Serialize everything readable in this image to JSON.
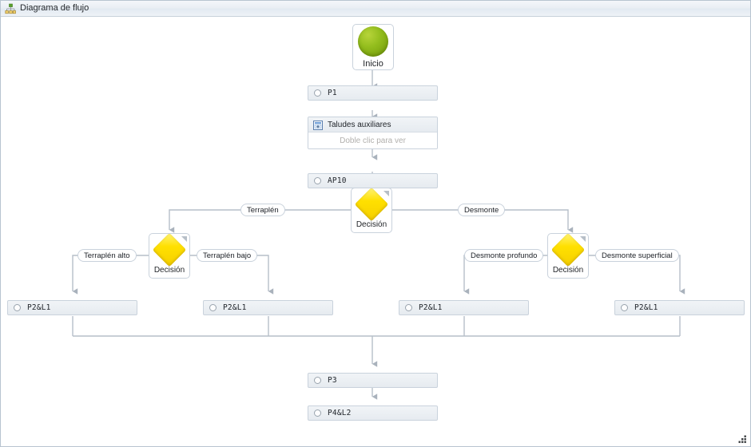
{
  "window": {
    "title": "Diagrama de flujo",
    "icon": "flowchart-hierarchy-icon",
    "resize_grip_icon": "resize-grip-icon"
  },
  "colors": {
    "titlebar_bg": "#e9eef4",
    "canvas_bg": "#ffffff",
    "node_border": "#c9d2dc",
    "step_fill": "#e6ebf0",
    "start_green": "#93bd1d",
    "decision_yellow": "#ffe000",
    "connector": "#b6bfc9",
    "hint_text": "#b2b0ad"
  },
  "nodes": {
    "start": {
      "label": "Inicio",
      "icon": "green-circle-icon"
    },
    "p1": {
      "label": "P1",
      "icon": "step-radio-icon"
    },
    "subprocess": {
      "title": "Taludes auxiliares",
      "hint": "Doble clic para ver",
      "icon": "subprocess-grid-icon"
    },
    "ap10": {
      "label": "AP10",
      "icon": "step-radio-icon"
    },
    "decision_main": {
      "label": "Decisión",
      "icon": "yellow-diamond-icon"
    },
    "decision_terraplen": {
      "label": "Decisión",
      "icon": "yellow-diamond-icon"
    },
    "decision_desmonte": {
      "label": "Decisión",
      "icon": "yellow-diamond-icon"
    },
    "leaf_1": {
      "label": "P2&L1",
      "icon": "step-radio-icon"
    },
    "leaf_2": {
      "label": "P2&L1",
      "icon": "step-radio-icon"
    },
    "leaf_3": {
      "label": "P2&L1",
      "icon": "step-radio-icon"
    },
    "leaf_4": {
      "label": "P2&L1",
      "icon": "step-radio-icon"
    },
    "p3": {
      "label": "P3",
      "icon": "step-radio-icon"
    },
    "p4l2": {
      "label": "P4&L2",
      "icon": "step-radio-icon"
    }
  },
  "edge_labels": {
    "terraplen": "Terraplén",
    "desmonte": "Desmonte",
    "terraplen_alto": "Terraplén alto",
    "terraplen_bajo": "Terraplén bajo",
    "desmonte_profundo": "Desmonte profundo",
    "desmonte_superficial": "Desmonte superficial"
  }
}
